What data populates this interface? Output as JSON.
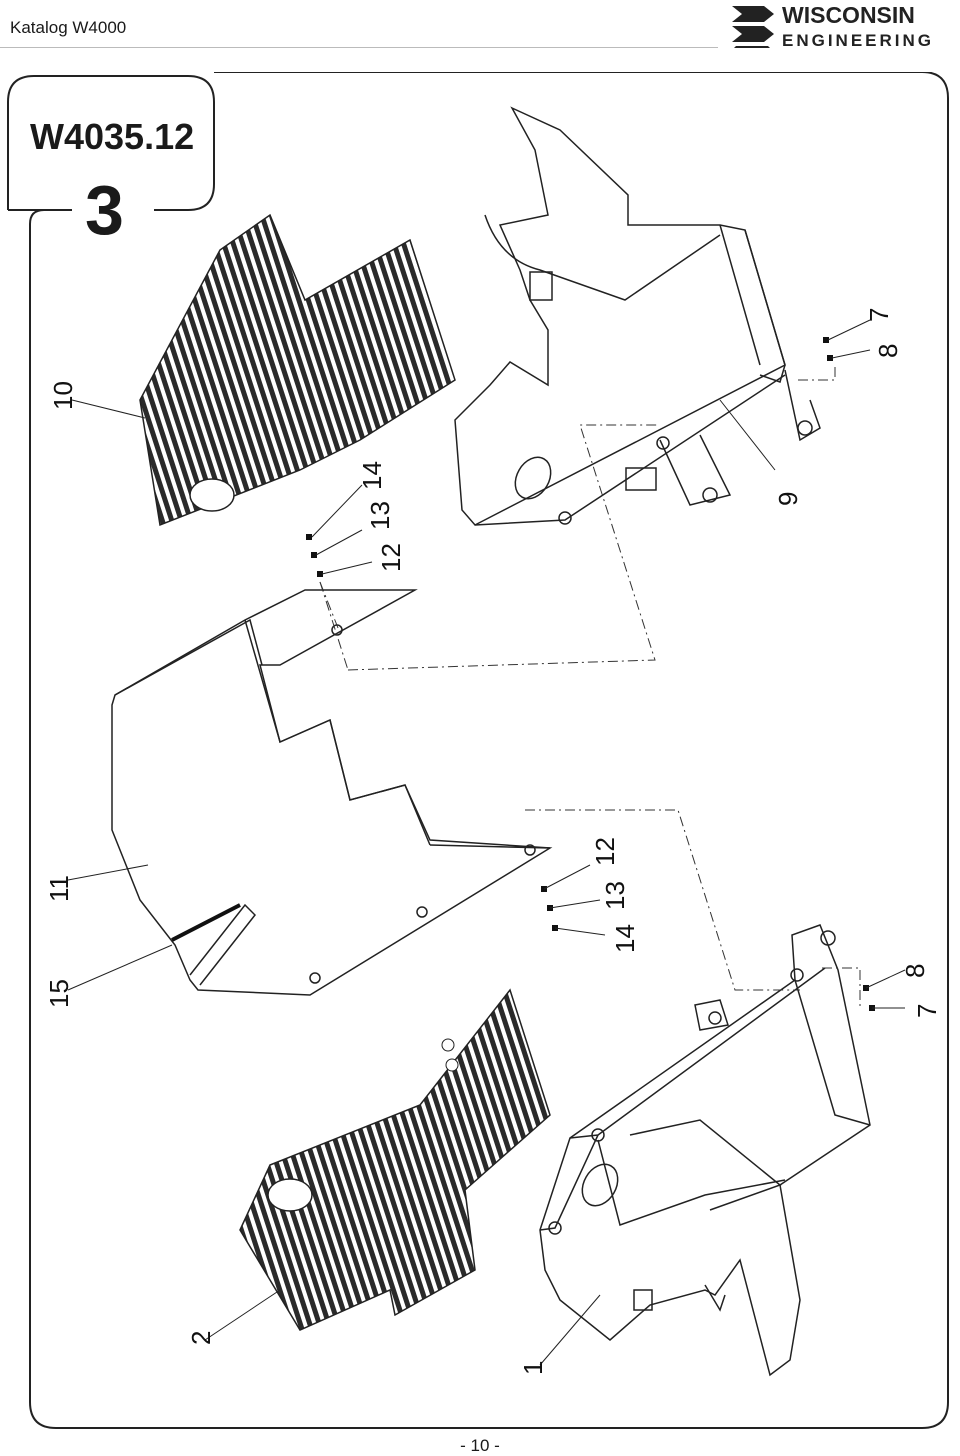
{
  "header": {
    "title": "Katalog W4000",
    "logo_line1": "WISCONSIN",
    "logo_line2": "ENGINEERING"
  },
  "diagram": {
    "code": "W4035.12",
    "section": "3"
  },
  "callouts": {
    "c10": "10",
    "c14a": "14",
    "c13a": "13",
    "c12a": "12",
    "c7a": "7",
    "c8a": "8",
    "c9": "9",
    "c11": "11",
    "c15": "15",
    "c12b": "12",
    "c13b": "13",
    "c14b": "14",
    "c8b": "8",
    "c7b": "7",
    "c2": "2",
    "c1": "1"
  },
  "footer": {
    "page": "- 10 -"
  }
}
